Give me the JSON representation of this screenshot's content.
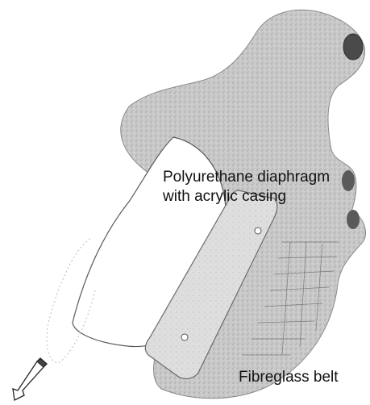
{
  "labels": {
    "diaphragm_line1": "Polyurethane diaphragm",
    "diaphragm_line2": "with acrylic casing",
    "belt": "Fibreglass belt"
  },
  "colors": {
    "background": "#ffffff",
    "shell_fill": "#c9c9c9",
    "shell_dark": "#a9a9a9",
    "casing_fill": "#ffffff",
    "outline": "#555555",
    "text": "#111111"
  },
  "icons": {
    "arrow": "hollow-arrow-icon"
  }
}
